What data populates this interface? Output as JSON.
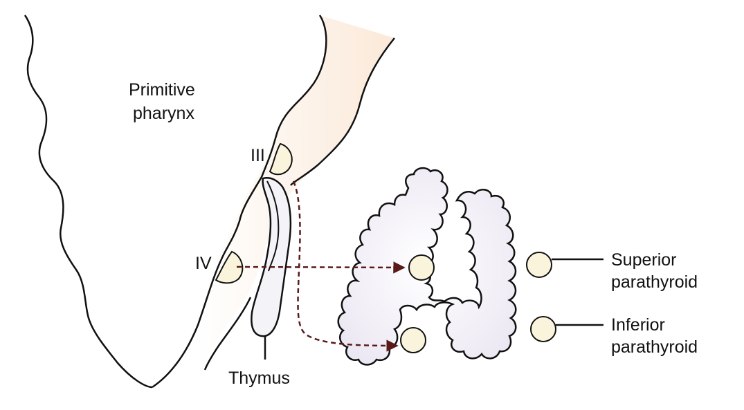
{
  "labels": {
    "primitive_pharynx_line1": "Primitive",
    "primitive_pharynx_line2": "pharynx",
    "pouch_iii": "III",
    "pouch_iv": "IV",
    "thymus": "Thymus",
    "superior_line1": "Superior",
    "superior_line2": "parathyroid",
    "inferior_line1": "Inferior",
    "inferior_line2": "parathyroid"
  },
  "colors": {
    "outline": "#111111",
    "pharynx_fill": "#fdf0e4",
    "gland_fill": "#fbf4dc",
    "thyroid_fill": "#f4f2f8",
    "thymus_fill": "#f4f3f8",
    "migration_arrow": "#5a1a1a"
  }
}
